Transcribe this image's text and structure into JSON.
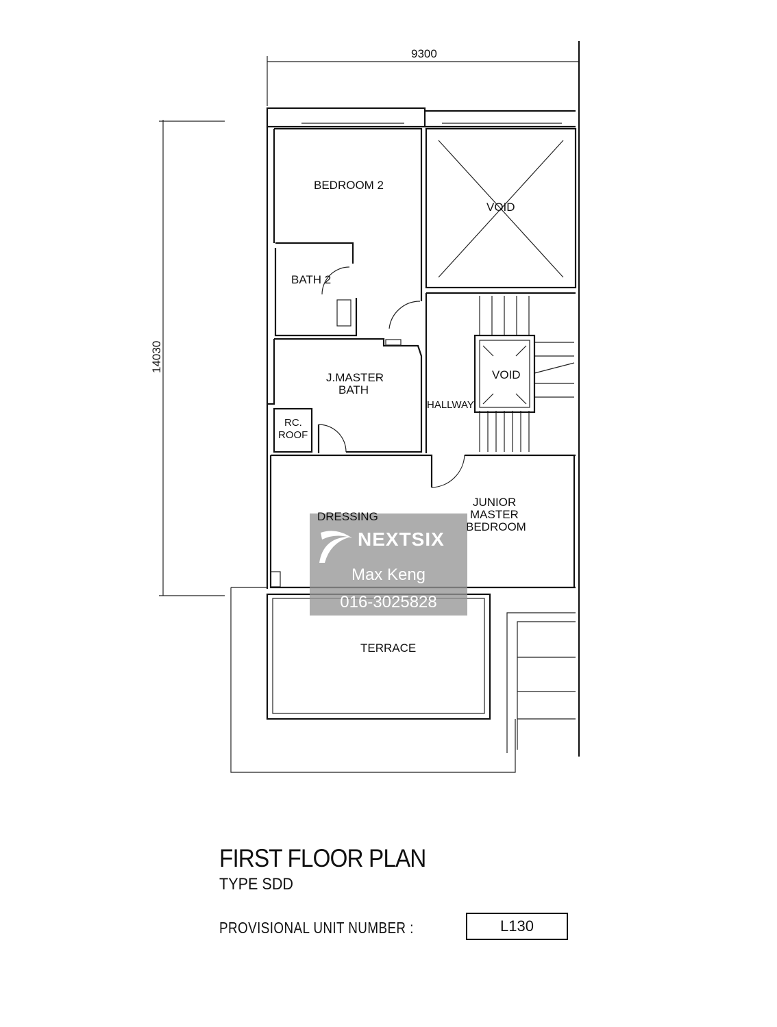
{
  "dimensions": {
    "width_label": "9300",
    "depth_label": "14030"
  },
  "rooms": {
    "bedroom2": "BEDROOM 2",
    "void_top": "VOID",
    "bath2": "BATH 2",
    "jmaster_bath_1": "J.MASTER",
    "jmaster_bath_2": "BATH",
    "void_stair": "VOID",
    "hallway": "HALLWAY",
    "rc_roof_1": "RC.",
    "rc_roof_2": "ROOF",
    "dressing": "DRESSING",
    "junior_1": "JUNIOR",
    "junior_2": "MASTER",
    "junior_3": "BEDROOM",
    "terrace": "TERRACE"
  },
  "title": "FIRST FLOOR PLAN",
  "subtitle": "TYPE SDD",
  "unit_label": "PROVISIONAL UNIT NUMBER :",
  "unit_number": "L130",
  "watermark": {
    "brand": "NEXTSIX",
    "agent": "Max Keng",
    "phone": "016-3025828"
  }
}
